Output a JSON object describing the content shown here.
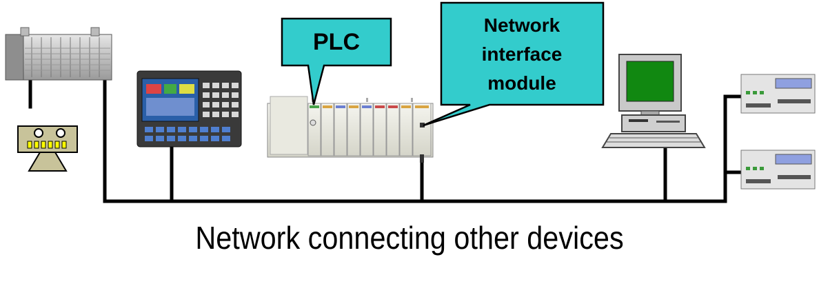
{
  "callouts": {
    "plc_label": "PLC",
    "network_interface_lines": [
      "Network",
      "interface",
      "module"
    ]
  },
  "caption": "Network connecting other devices",
  "colors": {
    "callout_fill": "#33cccc",
    "network_line": "#000000",
    "hmi_screen_accent": "#2a5fa8",
    "pc_monitor_screen": "#118811",
    "robot_body": "#c8c39a",
    "robot_lights": "#ffff00"
  },
  "devices": [
    {
      "name": "plc-rack-left",
      "icon": "plc-rack-icon"
    },
    {
      "name": "robot-device",
      "icon": "robot-icon"
    },
    {
      "name": "hmi-operator-panel",
      "icon": "touch-panel-icon"
    },
    {
      "name": "plc-controller",
      "icon": "plc-chassis-icon"
    },
    {
      "name": "computer-workstation",
      "icon": "desktop-computer-icon"
    },
    {
      "name": "io-module-top",
      "icon": "io-module-icon"
    },
    {
      "name": "io-module-bottom",
      "icon": "io-module-icon"
    }
  ]
}
